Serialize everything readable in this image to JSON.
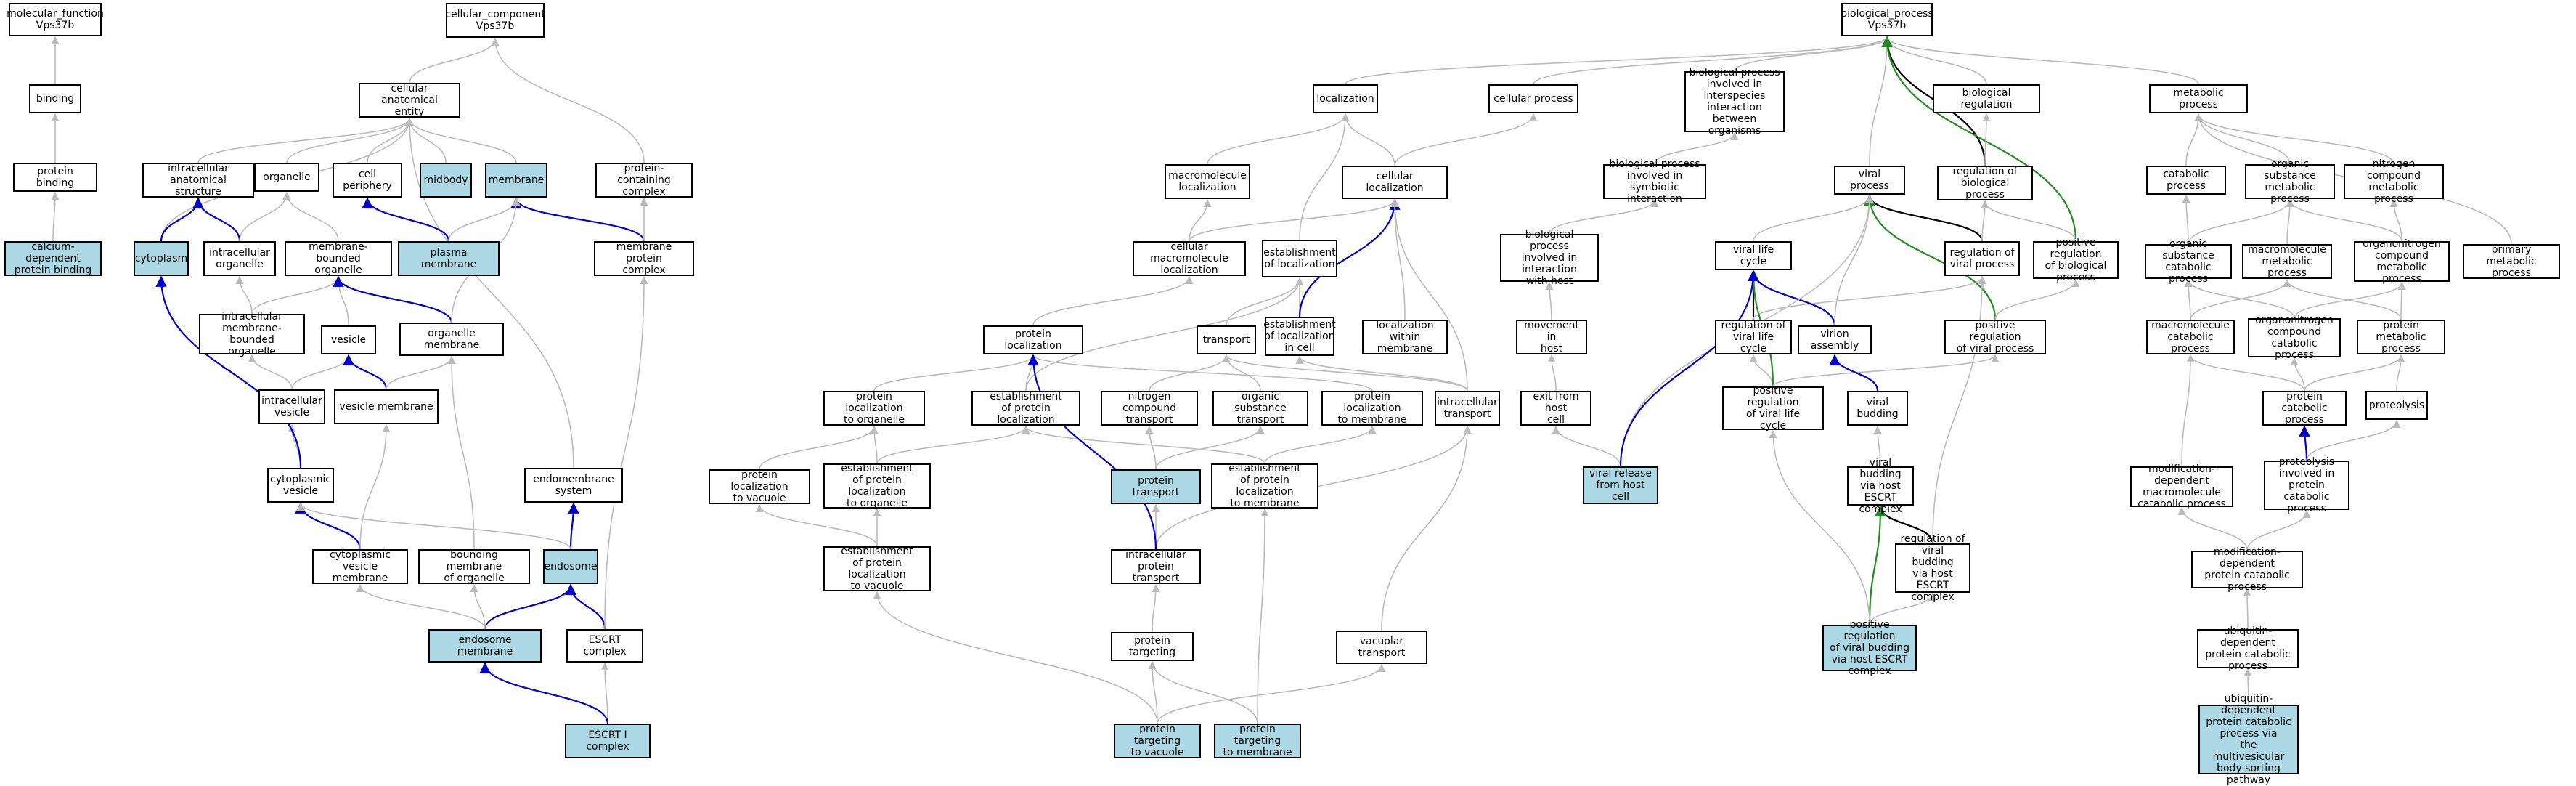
{
  "colors": {
    "highlight_fill": "#add8e6",
    "default_fill": "#ffffff",
    "node_border": "#000000",
    "edge_is_a": "#bbbbbb",
    "edge_part_of": "#0000cc",
    "edge_regulates": "#000000",
    "edge_positively_regulates": "#228b22"
  },
  "nodes": [
    {
      "id": "mf",
      "label": "molecular_function\nVps37b"
    },
    {
      "id": "binding",
      "label": "binding"
    },
    {
      "id": "protbind",
      "label": "protein binding"
    },
    {
      "id": "cadep",
      "label": "calcium-dependent\nprotein binding",
      "hl": true
    },
    {
      "id": "cc",
      "label": "cellular_component\nVps37b"
    },
    {
      "id": "cae",
      "label": "cellular anatomical\nentity"
    },
    {
      "id": "ias",
      "label": "intracellular\nanatomical structure"
    },
    {
      "id": "organelle",
      "label": "organelle"
    },
    {
      "id": "cellper",
      "label": "cell periphery"
    },
    {
      "id": "midbody",
      "label": "midbody",
      "hl": true
    },
    {
      "id": "membrane",
      "label": "membrane",
      "hl": true
    },
    {
      "id": "pcc",
      "label": "protein-containing\ncomplex"
    },
    {
      "id": "cytoplasm",
      "label": "cytoplasm",
      "hl": true
    },
    {
      "id": "intraorg",
      "label": "intracellular\norganelle"
    },
    {
      "id": "mbo",
      "label": "membrane-bounded\norganelle"
    },
    {
      "id": "plasmamem",
      "label": "plasma membrane",
      "hl": true
    },
    {
      "id": "mpc",
      "label": "membrane protein\ncomplex"
    },
    {
      "id": "imbo",
      "label": "intracellular\nmembrane-bounded\norganelle"
    },
    {
      "id": "vesicle",
      "label": "vesicle"
    },
    {
      "id": "orgmem",
      "label": "organelle membrane"
    },
    {
      "id": "intraves",
      "label": "intracellular\nvesicle"
    },
    {
      "id": "vesmem",
      "label": "vesicle membrane"
    },
    {
      "id": "cytoves",
      "label": "cytoplasmic\nvesicle"
    },
    {
      "id": "endomem",
      "label": "endomembrane\nsystem"
    },
    {
      "id": "cytovesmem",
      "label": "cytoplasmic\nvesicle membrane"
    },
    {
      "id": "bomo",
      "label": "bounding membrane\nof organelle"
    },
    {
      "id": "endosome",
      "label": "endosome",
      "hl": true
    },
    {
      "id": "endomemb",
      "label": "endosome membrane",
      "hl": true
    },
    {
      "id": "escrt",
      "label": "ESCRT complex"
    },
    {
      "id": "escrt1",
      "label": "ESCRT I complex",
      "hl": true
    },
    {
      "id": "bp",
      "label": "biological_process\nVps37b"
    },
    {
      "id": "localization",
      "label": "localization"
    },
    {
      "id": "cellproc",
      "label": "cellular process"
    },
    {
      "id": "bpii",
      "label": "biological process\ninvolved in\ninterspecies\ninteraction\nbetween organisms"
    },
    {
      "id": "bioreg",
      "label": "biological regulation"
    },
    {
      "id": "metab",
      "label": "metabolic process"
    },
    {
      "id": "macroloc",
      "label": "macromolecule\nlocalization"
    },
    {
      "id": "cellloc",
      "label": "cellular localization"
    },
    {
      "id": "bpsym",
      "label": "biological process\ninvolved in\nsymbiotic interaction"
    },
    {
      "id": "viralproc",
      "label": "viral process"
    },
    {
      "id": "regbp",
      "label": "regulation of\nbiological process"
    },
    {
      "id": "catab",
      "label": "catabolic process"
    },
    {
      "id": "osmp",
      "label": "organic substance\nmetabolic process"
    },
    {
      "id": "ncmp",
      "label": "nitrogen compound\nmetabolic process"
    },
    {
      "id": "cmloc",
      "label": "cellular macromolecule\nlocalization"
    },
    {
      "id": "estloc",
      "label": "establishment\nof localization"
    },
    {
      "id": "bpiih",
      "label": "biological process\ninvolved in\ninteraction\nwith host"
    },
    {
      "id": "vlc",
      "label": "viral life cycle"
    },
    {
      "id": "regvp",
      "label": "regulation of\nviral process"
    },
    {
      "id": "posregbp",
      "label": "positive regulation\nof biological\nprocess"
    },
    {
      "id": "oscp",
      "label": "organic substance\ncatabolic process"
    },
    {
      "id": "mmp",
      "label": "macromolecule\nmetabolic process"
    },
    {
      "id": "oncp",
      "label": "organonitrogen\ncompound metabolic\nprocess"
    },
    {
      "id": "pmp",
      "label": "primary metabolic\nprocess"
    },
    {
      "id": "protloc",
      "label": "protein localization"
    },
    {
      "id": "transport",
      "label": "transport"
    },
    {
      "id": "estlocincell",
      "label": "establishment\nof localization\nin cell"
    },
    {
      "id": "locwm",
      "label": "localization\nwithin membrane"
    },
    {
      "id": "movhost",
      "label": "movement in\nhost"
    },
    {
      "id": "reglvc",
      "label": "regulation of\nviral life cycle"
    },
    {
      "id": "virasm",
      "label": "virion assembly"
    },
    {
      "id": "posregvp",
      "label": "positive regulation\nof viral process"
    },
    {
      "id": "mcp",
      "label": "macromolecule\ncatabolic process"
    },
    {
      "id": "onccp",
      "label": "organonitrogen\ncompound catabolic\nprocess"
    },
    {
      "id": "protmet",
      "label": "protein metabolic\nprocess"
    },
    {
      "id": "ploctoorg",
      "label": "protein localization\nto organelle"
    },
    {
      "id": "estprotloc",
      "label": "establishment\nof protein localization"
    },
    {
      "id": "nctrans",
      "label": "nitrogen compound\ntransport"
    },
    {
      "id": "ostrans",
      "label": "organic substance\ntransport"
    },
    {
      "id": "ploctomem",
      "label": "protein localization\nto membrane"
    },
    {
      "id": "ictrans",
      "label": "intracellular\ntransport"
    },
    {
      "id": "exithost",
      "label": "exit from host\ncell"
    },
    {
      "id": "posreglvc",
      "label": "positive regulation\nof viral life\ncycle"
    },
    {
      "id": "virbud",
      "label": "viral budding"
    },
    {
      "id": "protcat",
      "label": "protein catabolic\nprocess"
    },
    {
      "id": "proteolysis",
      "label": "proteolysis"
    },
    {
      "id": "ploctovac",
      "label": "protein localization\nto vacuole"
    },
    {
      "id": "estplorg",
      "label": "establishment\nof protein localization\nto organelle"
    },
    {
      "id": "prottrans",
      "label": "protein transport",
      "hl": true
    },
    {
      "id": "estplmem",
      "label": "establishment\nof protein localization\nto membrane"
    },
    {
      "id": "virrel",
      "label": "viral release\nfrom host cell",
      "hl": true
    },
    {
      "id": "vbescrt",
      "label": "viral budding\nvia host ESCRT\ncomplex"
    },
    {
      "id": "mdmcp",
      "label": "modification-dependent\nmacromolecule\ncatabolic process"
    },
    {
      "id": "picp",
      "label": "proteolysis\ninvolved in\nprotein catabolic\nprocess"
    },
    {
      "id": "estplvac",
      "label": "establishment\nof protein localization\nto vacuole"
    },
    {
      "id": "icpt",
      "label": "intracellular\nprotein transport"
    },
    {
      "id": "regvbescrt",
      "label": "regulation of\nviral budding\nvia host ESCRT\ncomplex"
    },
    {
      "id": "mdpcp",
      "label": "modification-dependent\nprotein catabolic\nprocess"
    },
    {
      "id": "prottarg",
      "label": "protein targeting"
    },
    {
      "id": "vactrans",
      "label": "vacuolar transport"
    },
    {
      "id": "posregvbescrt",
      "label": "positive regulation\nof viral budding\nvia host ESCRT\ncomplex",
      "hl": true
    },
    {
      "id": "udpcp",
      "label": "ubiquitin-dependent\nprotein catabolic\nprocess"
    },
    {
      "id": "ptvac",
      "label": "protein targeting\nto vacuole",
      "hl": true
    },
    {
      "id": "ptmem",
      "label": "protein targeting\nto membrane",
      "hl": true
    },
    {
      "id": "udpcpmvb",
      "label": "ubiquitin-dependent\nprotein catabolic\nprocess via\nthe multivesicular\nbody sorting\npathway",
      "hl": true
    }
  ]
}
